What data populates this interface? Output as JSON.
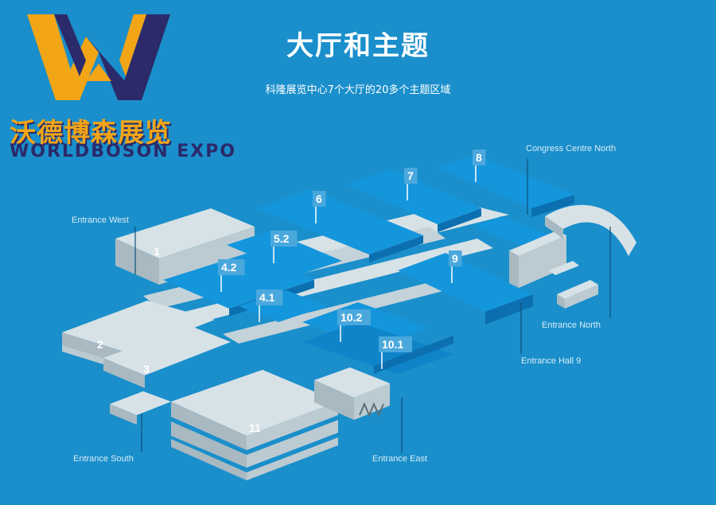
{
  "page": {
    "title": "大厅和主题",
    "subtitle": "科隆展览中心7个大厅的20多个主题区域"
  },
  "logo": {
    "chinese": "沃德博森展览",
    "english": "WORLDBOSON EXPO"
  },
  "map": {
    "halls": [
      "1",
      "2",
      "3",
      "4.1",
      "4.2",
      "5.2",
      "6",
      "7",
      "8",
      "9",
      "10.1",
      "10.2",
      "11"
    ],
    "entrances": {
      "west": "Entrance West",
      "south": "Entrance South",
      "east": "Entrance East",
      "hall9": "Entrance Hall 9",
      "north": "Entrance North",
      "congress": "Congress Centre North"
    }
  },
  "colors": {
    "background": "#1a8fcb",
    "hall_blue": "#1496dc",
    "hall_blue_side": "#0b6fb0",
    "building_gray_top": "#d7e2e7",
    "building_gray_side": "#a8b9c1",
    "logo_orange": "#f2a516",
    "logo_navy": "#2b2a6a"
  }
}
